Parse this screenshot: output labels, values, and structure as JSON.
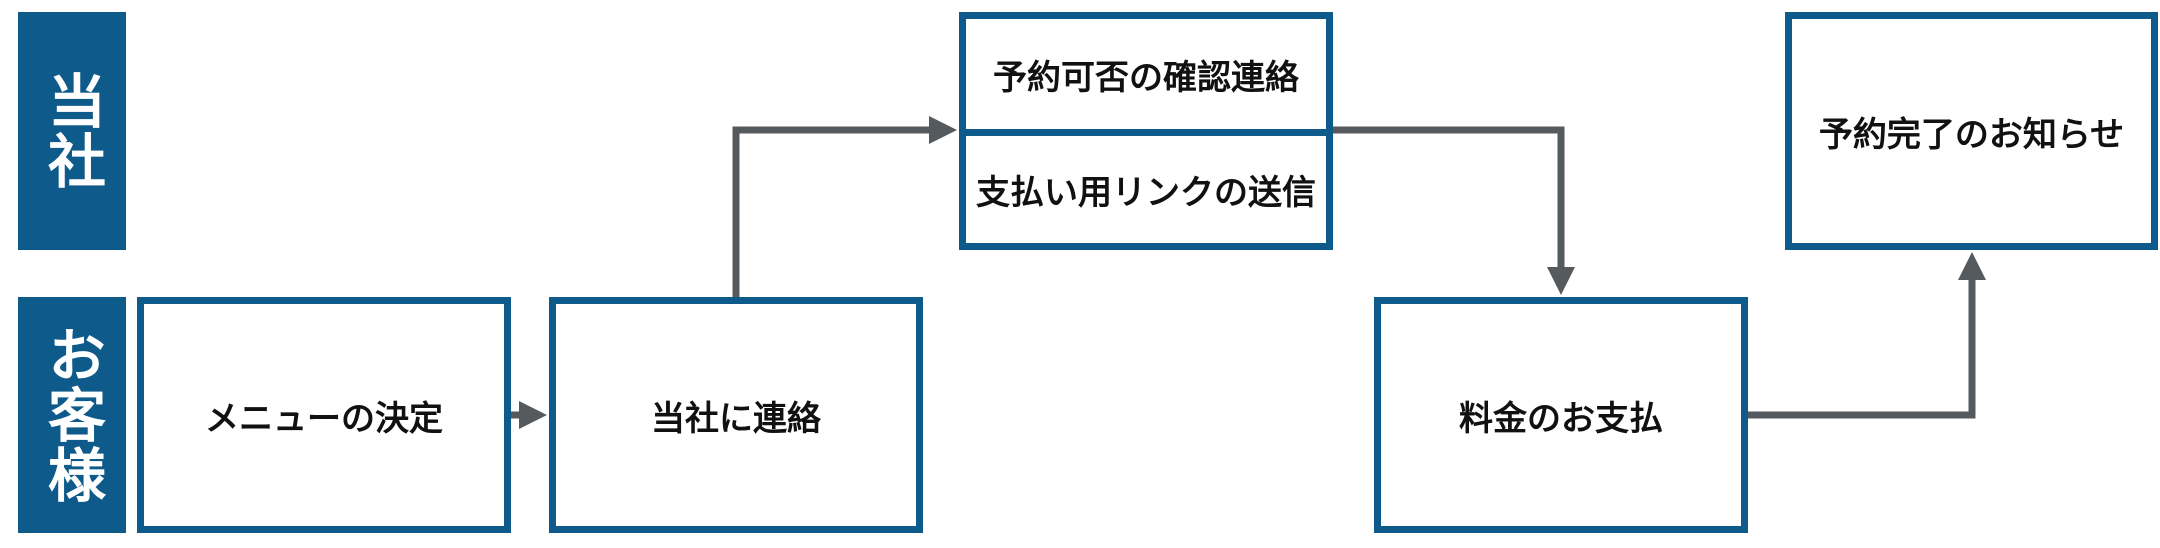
{
  "lanes": {
    "company": "当社",
    "customer": "お客様"
  },
  "steps": {
    "menu_decision": "メニューの決定",
    "contact_company": "当社に連絡",
    "availability_confirmation": "予約可否の確認連絡",
    "payment_link": "支払い用リンクの送信",
    "payment": "料金のお支払",
    "reservation_complete": "予約完了のお知らせ"
  },
  "colors": {
    "accent": "#0e5a8a",
    "arrow": "#555a5f"
  }
}
